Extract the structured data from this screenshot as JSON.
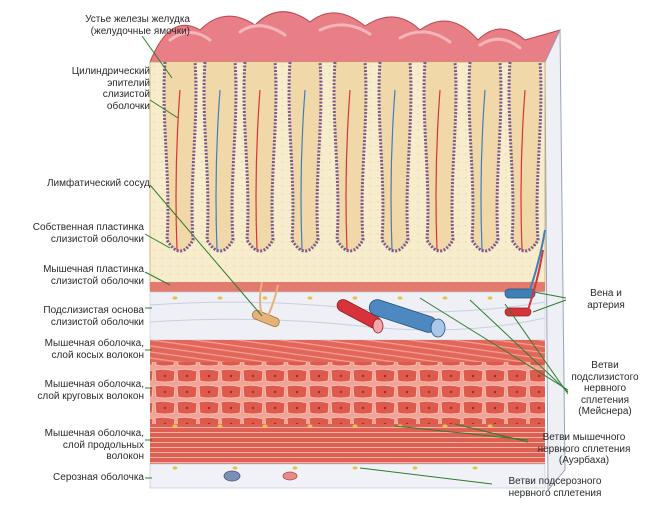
{
  "labels_left": [
    {
      "id": "gastric-pits",
      "text": "Устье железы желудка\n(желудочные ямочки)"
    },
    {
      "id": "epithelium",
      "text": "Цилиндрический\nэпителий\nслизистой\nоболочки"
    },
    {
      "id": "lymph-vessel",
      "text": "Лимфатический сосуд"
    },
    {
      "id": "lamina-propria",
      "text": "Собственная пластинка\nслизистой оболочки"
    },
    {
      "id": "muscularis-mucosae",
      "text": "Мышечная пластинка\nслизистой оболочки"
    },
    {
      "id": "submucosa",
      "text": "Подслизистая основа\nслизистой оболочки"
    },
    {
      "id": "oblique-layer",
      "text": "Мышечная оболочка,\nслой косых волокон"
    },
    {
      "id": "circular-layer",
      "text": "Мышечная оболочка,\nслой круговых волокон"
    },
    {
      "id": "longitudinal-layer",
      "text": "Мышечная оболочка,\nслой продольных\nволокон"
    },
    {
      "id": "serosa",
      "text": "Серозная оболочка"
    }
  ],
  "labels_right": [
    {
      "id": "vein-artery",
      "text": "Вена и\nартерия"
    },
    {
      "id": "meissner",
      "text": "Ветви\nподслизистого\nнервного\nсплетения\n(Мейснера)"
    },
    {
      "id": "auerbach",
      "text": "Ветви мышечного\nнервного сплетения\n(Ауэрбаха)"
    },
    {
      "id": "subserous",
      "text": "Ветви подсерозного\nнервного сплетения"
    }
  ],
  "colors": {
    "mucosa": "#e8707a",
    "mucosa_light": "#f4a6a8",
    "lamina": "#f7eccb",
    "submucosa": "#eef0f6",
    "muscle": "#d95a4e",
    "muscle_light": "#f0a294",
    "artery": "#d8333a",
    "vein": "#3f7fb8",
    "nerve": "#e9c47a",
    "leader": "#2e7d2e"
  }
}
